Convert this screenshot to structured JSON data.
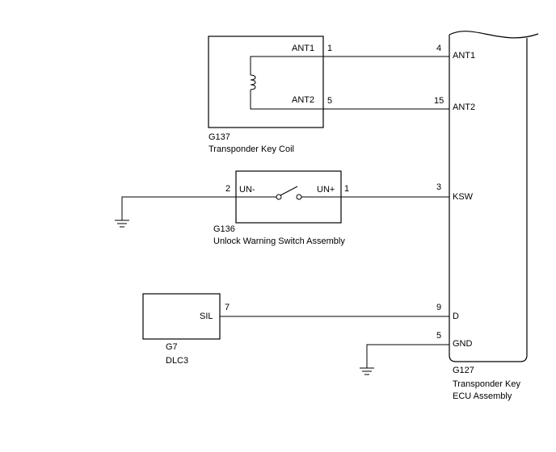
{
  "ecu": {
    "code": "G127",
    "name_line1": "Transponder Key",
    "name_line2": "ECU Assembly",
    "pins": {
      "ant1": {
        "num": "4",
        "label": "ANT1"
      },
      "ant2": {
        "num": "15",
        "label": "ANT2"
      },
      "ksw": {
        "num": "3",
        "label": "KSW"
      },
      "d": {
        "num": "9",
        "label": "D"
      },
      "gnd": {
        "num": "5",
        "label": "GND"
      }
    }
  },
  "coil": {
    "code": "G137",
    "name": "Transponder Key Coil",
    "pins": {
      "ant1": {
        "num": "1",
        "label": "ANT1"
      },
      "ant2": {
        "num": "5",
        "label": "ANT2"
      }
    }
  },
  "switch": {
    "code": "G136",
    "name": "Unlock Warning Switch Assembly",
    "pins": {
      "un_minus": {
        "num": "2",
        "label": "UN-"
      },
      "un_plus": {
        "num": "1",
        "label": "UN+"
      }
    }
  },
  "dlc": {
    "code": "G7",
    "name": "DLC3",
    "pins": {
      "sil": {
        "num": "7",
        "label": "SIL"
      }
    }
  }
}
